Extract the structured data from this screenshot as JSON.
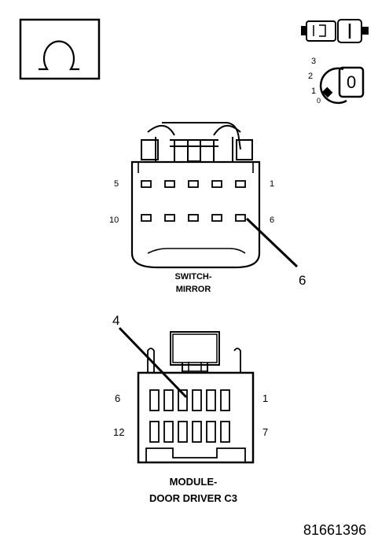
{
  "ignition_dial": {
    "positions": [
      "3",
      "2",
      "1",
      "0"
    ],
    "key_position": "0"
  },
  "switch_mirror": {
    "pin_labels": {
      "top_left": "5",
      "top_right": "1",
      "bottom_left": "10",
      "bottom_right": "6"
    },
    "callout": "6",
    "caption_line1": "SWITCH-",
    "caption_line2": "MIRROR"
  },
  "module_door_driver": {
    "pin_labels": {
      "top_left": "6",
      "top_right": "1",
      "bottom_left": "12",
      "bottom_right": "7"
    },
    "callout": "4",
    "caption_line1": "MODULE-",
    "caption_line2": "DOOR DRIVER C3"
  },
  "figure_number": "81661396"
}
